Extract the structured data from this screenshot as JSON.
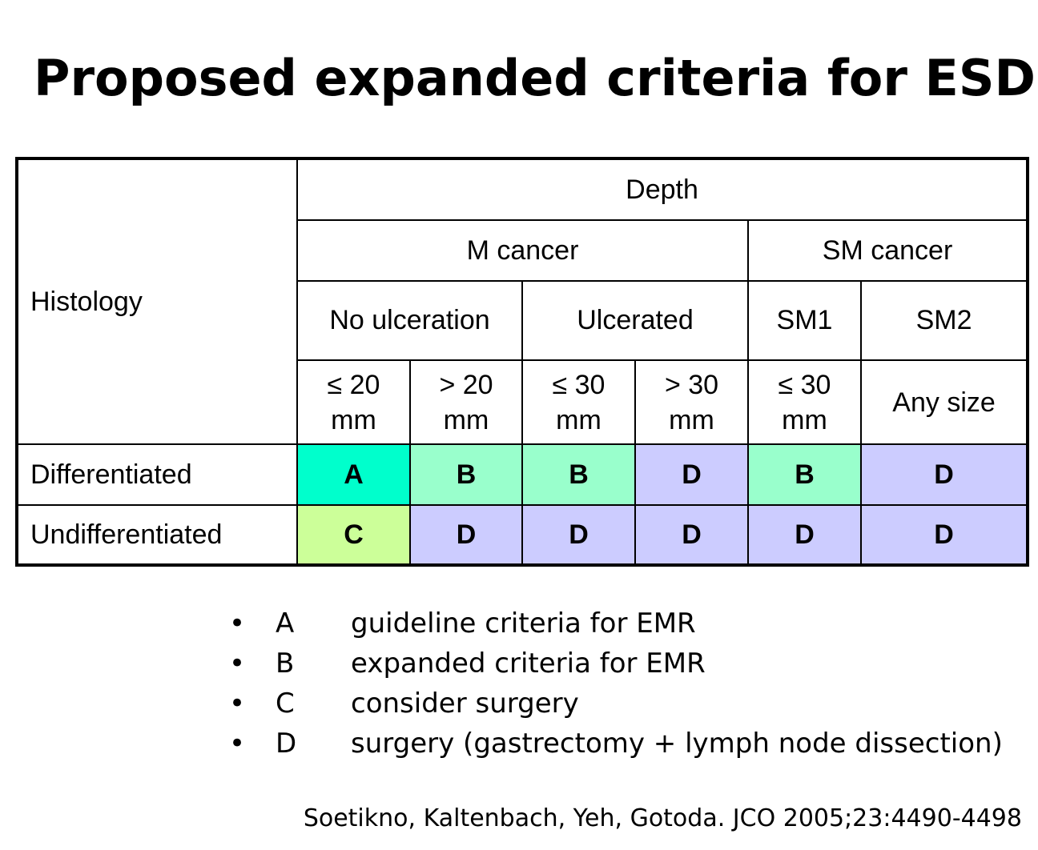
{
  "title": "Proposed expanded criteria for ESD",
  "table": {
    "histology_label": "Histology",
    "depth_label": "Depth",
    "m_cancer": "M cancer",
    "sm_cancer": "SM cancer",
    "no_ulceration": "No ulceration",
    "ulcerated": "Ulcerated",
    "sm1": "SM1",
    "sm2": "SM2",
    "size_headers": [
      {
        "line1": "≤ 20",
        "line2": "mm"
      },
      {
        "line1": "> 20",
        "line2": "mm"
      },
      {
        "line1": "≤ 30",
        "line2": "mm"
      },
      {
        "line1": "> 30",
        "line2": "mm"
      },
      {
        "line1": "≤ 30",
        "line2": "mm"
      },
      {
        "line1": "Any size",
        "line2": ""
      }
    ],
    "rows": [
      {
        "label": "Differentiated",
        "cells": [
          "A",
          "B",
          "B",
          "D",
          "B",
          "D"
        ]
      },
      {
        "label": "Undifferentiated",
        "cells": [
          "C",
          "D",
          "D",
          "D",
          "D",
          "D"
        ]
      }
    ],
    "colors": {
      "A": "#00ffcc",
      "B": "#99ffcc",
      "C": "#ccff99",
      "D": "#ccccff"
    }
  },
  "legend": [
    {
      "bullet": "•",
      "code": "A",
      "desc": "guideline criteria for EMR"
    },
    {
      "bullet": "•",
      "code": "B",
      "desc": "expanded criteria for EMR"
    },
    {
      "bullet": "•",
      "code": "C",
      "desc": "consider surgery"
    },
    {
      "bullet": "•",
      "code": "D",
      "desc": "surgery (gastrectomy + lymph node dissection)"
    }
  ],
  "citation": "Soetikno, Kaltenbach, Yeh, Gotoda. JCO 2005;23:4490-4498"
}
